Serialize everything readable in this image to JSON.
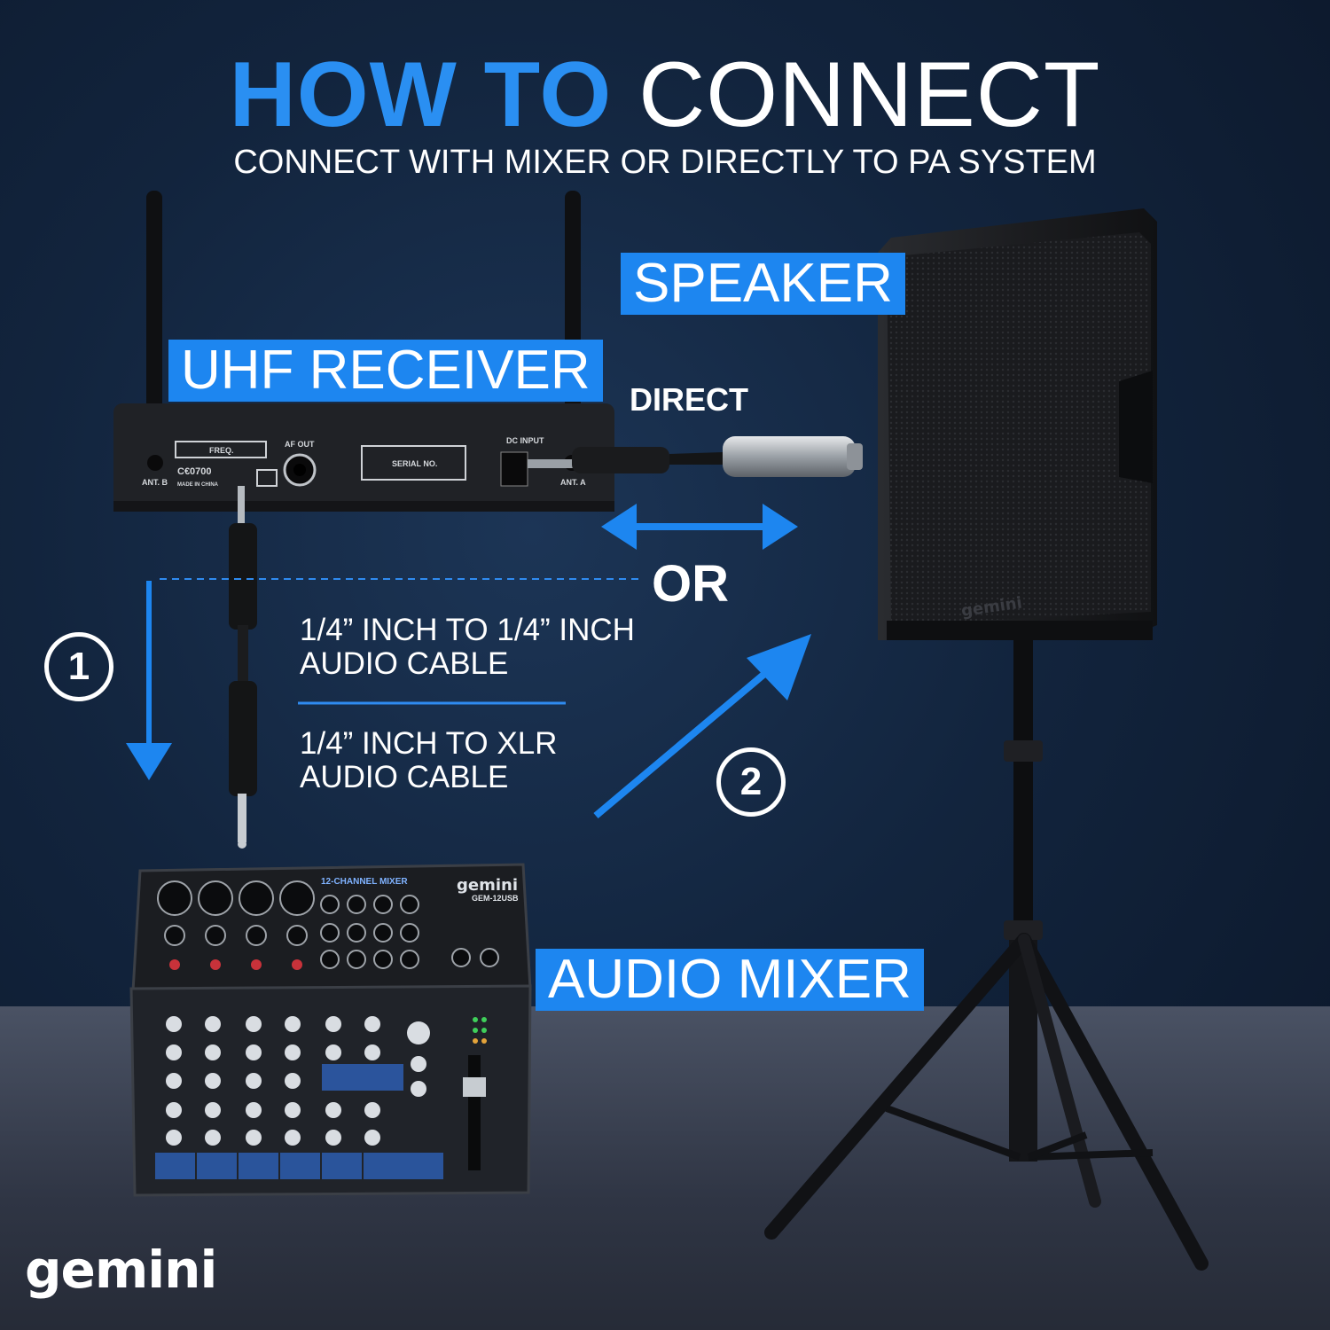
{
  "header": {
    "title_accent": "HOW TO",
    "title_main": "CONNECT",
    "subtitle": "CONNECT WITH MIXER OR DIRECTLY TO PA SYSTEM"
  },
  "labels": {
    "speaker": "SPEAKER",
    "receiver": "UHF RECEIVER",
    "mixer": "AUDIO MIXER",
    "direct": "DIRECT",
    "or": "OR"
  },
  "steps": [
    {
      "number": "1"
    },
    {
      "number": "2"
    }
  ],
  "cables": [
    {
      "line1": "1/4” INCH TO 1/4” INCH",
      "line2": "AUDIO CABLE"
    },
    {
      "line1": "1/4” INCH TO XLR",
      "line2": "AUDIO CABLE"
    }
  ],
  "receiver_panel": {
    "freq": "FREQ.",
    "af_out": "AF OUT",
    "serial": "SERIAL NO.",
    "dc_input": "DC INPUT",
    "ant_a": "ANT. A",
    "ant_b": "ANT. B",
    "ce_mark": "C€0700",
    "made_in": "MADE IN CHINA"
  },
  "mixer_panel": {
    "model_title": "12-CHANNEL MIXER",
    "brand": "gemini",
    "model": "GEM-12USB"
  },
  "speaker_brand": "gemini",
  "logo": "gemini",
  "colors": {
    "accent": "#1d86f0",
    "background": "#12243d",
    "text": "#ffffff"
  }
}
